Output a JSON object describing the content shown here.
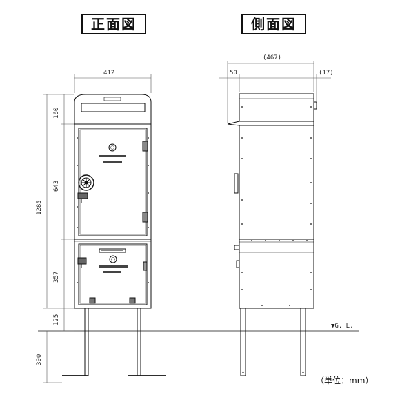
{
  "titles": {
    "front": "正面図",
    "side": "側面図"
  },
  "front_dims": {
    "width": "412",
    "top": "160",
    "door": "643",
    "total": "1285",
    "lower": "357",
    "bottom": "125",
    "leg": "300"
  },
  "side_dims": {
    "depth": "(467)",
    "left_offset": "50",
    "right_offset": "(17)"
  },
  "ground_label": "▼G. L.",
  "unit_label": "（単位：mm）",
  "colors": {
    "line": "#111111",
    "dim": "#555555",
    "panel": "#ffffff"
  }
}
